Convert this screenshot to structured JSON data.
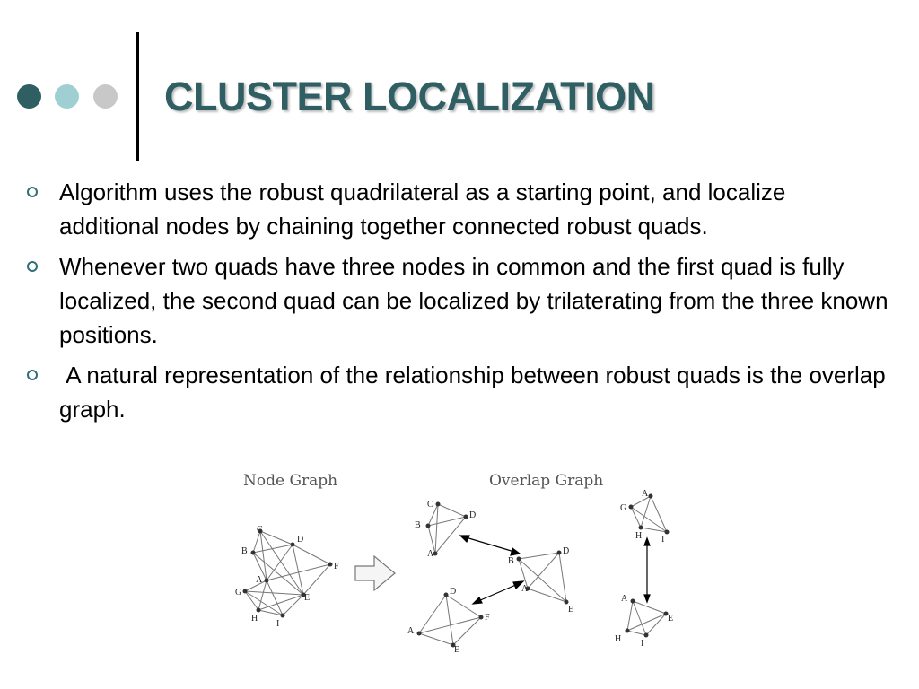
{
  "slide": {
    "title": "CLUSTER LOCALIZATION",
    "bullets": [
      "Algorithm uses the robust quadrilateral as a starting point, and localize additional nodes by chaining together connected robust quads.",
      "Whenever two quads have three nodes in common and the first quad is fully localized, the second quad can be localized by trilaterating from the three known positions.",
      " A natural representation of the relationship between robust quads is the overlap graph."
    ]
  },
  "figure": {
    "node_graph_label": "Node Graph",
    "overlap_graph_label": "Overlap Graph",
    "node_labels": {
      "A": "A",
      "B": "B",
      "C": "C",
      "D": "D",
      "E": "E",
      "F": "F",
      "G": "G",
      "H": "H",
      "I": "I"
    }
  },
  "colors": {
    "title": "#2f5f62",
    "dot_dark": "#2f5f62",
    "dot_light": "#9fcfd3",
    "dot_gray": "#c8c8c8",
    "bullet_marker": "#2f6f79"
  }
}
